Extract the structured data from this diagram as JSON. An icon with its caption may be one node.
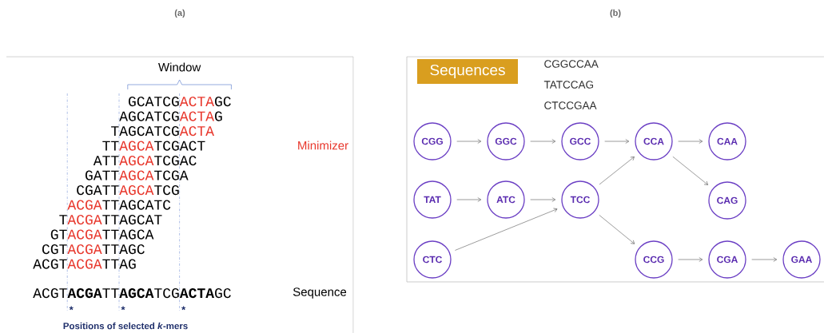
{
  "diagram": {
    "nodes": [
      {
        "text": [
          "Sequences"
        ]
      },
      {
        "text": [
          "CGG"
        ]
      },
      {
        "text": [
          "GGC"
        ]
      },
      {
        "text": [
          "GCC"
        ]
      },
      {
        "text": [
          "CCA"
        ]
      },
      {
        "text": [
          "CAA"
        ]
      },
      {
        "text": [
          "TAT"
        ]
      },
      {
        "text": [
          "ATC"
        ]
      },
      {
        "text": [
          "TCC"
        ]
      },
      {
        "text": [
          "CAG"
        ]
      },
      {
        "text": [
          "CTC"
        ]
      },
      {
        "text": [
          "CCG"
        ]
      },
      {
        "text": [
          "CGA"
        ]
      },
      {
        "text": [
          "GAA"
        ]
      }
    ],
    "edges": [
      {
        "from": 1,
        "to": 2,
        "arrow": "to"
      },
      {
        "from": 2,
        "to": 3,
        "arrow": "to"
      },
      {
        "from": 3,
        "to": 4,
        "arrow": "to"
      },
      {
        "from": 4,
        "to": 5,
        "arrow": "to"
      },
      {
        "from": 4,
        "to": 9,
        "arrow": "to"
      },
      {
        "from": 6,
        "to": 7,
        "arrow": "to"
      },
      {
        "from": 7,
        "to": 8,
        "arrow": "to"
      },
      {
        "from": 8,
        "to": 4,
        "arrow": "to"
      },
      {
        "from": 8,
        "to": 11,
        "arrow": "to"
      },
      {
        "from": 10,
        "to": 8,
        "arrow": "to"
      },
      {
        "from": 11,
        "to": 12,
        "arrow": "to"
      },
      {
        "from": 12,
        "to": 13,
        "arrow": "to"
      }
    ],
    "labels": [
      "(a)",
      "(b)",
      "Window",
      "GCATCG",
      "ACTA",
      "GC",
      "AGCATCG",
      "ACTA",
      "G",
      "TAGCATCG",
      "ACTA",
      "TT",
      "AGCA",
      "TCGACT",
      "ATT",
      "AGCA",
      "TCGAC",
      "GATT",
      "AGCA",
      "TCGA",
      "CGATT",
      "AGCA",
      "TCG",
      "ACGA",
      "TTAGCATC",
      "T",
      "ACGA",
      "TTAGCAT",
      "GT",
      "ACGA",
      "TTAGCA",
      "CGT",
      "ACGA",
      "TTAGC",
      "ACGT",
      "ACGA",
      "TTAG",
      "Minimizer",
      "ACGT**ACGA**TT**AGCA**TCG**ACTA**GC",
      "Sequence",
      "*",
      "*",
      "*",
      "Positions of selected *k*-mers",
      "CGGCCAA",
      "TATCCAG",
      "CTCCGAA"
    ]
  }
}
